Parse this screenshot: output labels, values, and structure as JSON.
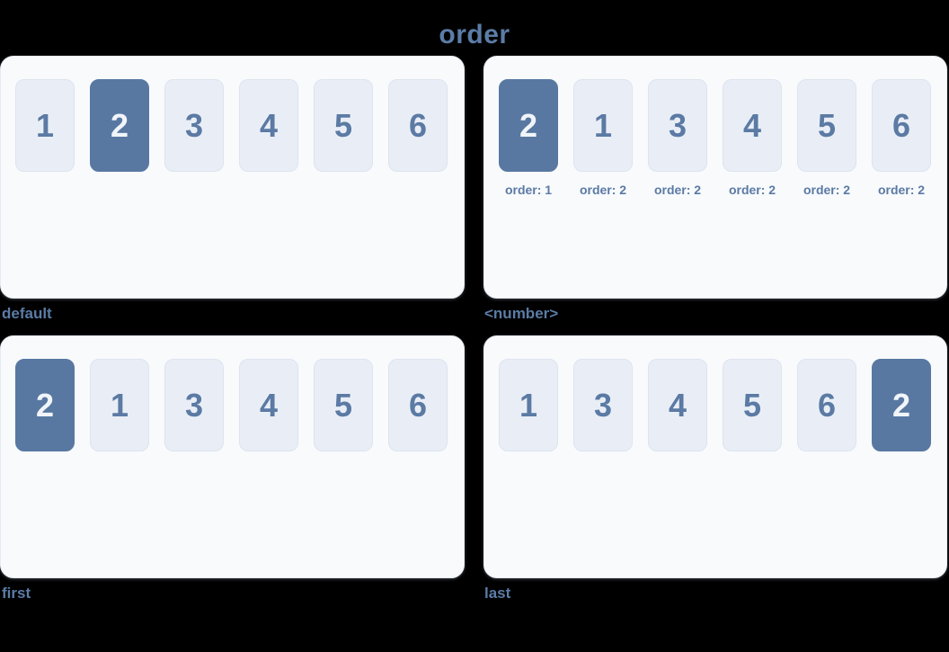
{
  "title": "order",
  "colors": {
    "background": "#000000",
    "accent_text": "#5b7ca6",
    "panel_background": "#f8fafc",
    "panel_border": "#e7ecf4",
    "box_background": "#e9eef6",
    "box_border": "#dde4f0",
    "box_text": "#5b7aa4",
    "highlight_background": "#5878a2",
    "highlight_text": "#f1f5f9"
  },
  "panels": [
    {
      "caption": "default",
      "items": [
        {
          "value": "1",
          "highlighted": false
        },
        {
          "value": "2",
          "highlighted": true
        },
        {
          "value": "3",
          "highlighted": false
        },
        {
          "value": "4",
          "highlighted": false
        },
        {
          "value": "5",
          "highlighted": false
        },
        {
          "value": "6",
          "highlighted": false
        }
      ]
    },
    {
      "caption": "<number>",
      "items": [
        {
          "value": "2",
          "highlighted": true,
          "label": "order: 1"
        },
        {
          "value": "1",
          "highlighted": false,
          "label": "order: 2"
        },
        {
          "value": "3",
          "highlighted": false,
          "label": "order: 2"
        },
        {
          "value": "4",
          "highlighted": false,
          "label": "order: 2"
        },
        {
          "value": "5",
          "highlighted": false,
          "label": "order: 2"
        },
        {
          "value": "6",
          "highlighted": false,
          "label": "order: 2"
        }
      ]
    },
    {
      "caption": "first",
      "items": [
        {
          "value": "2",
          "highlighted": true
        },
        {
          "value": "1",
          "highlighted": false
        },
        {
          "value": "3",
          "highlighted": false
        },
        {
          "value": "4",
          "highlighted": false
        },
        {
          "value": "5",
          "highlighted": false
        },
        {
          "value": "6",
          "highlighted": false
        }
      ]
    },
    {
      "caption": "last",
      "items": [
        {
          "value": "1",
          "highlighted": false
        },
        {
          "value": "3",
          "highlighted": false
        },
        {
          "value": "4",
          "highlighted": false
        },
        {
          "value": "5",
          "highlighted": false
        },
        {
          "value": "6",
          "highlighted": false
        },
        {
          "value": "2",
          "highlighted": true
        }
      ]
    }
  ]
}
